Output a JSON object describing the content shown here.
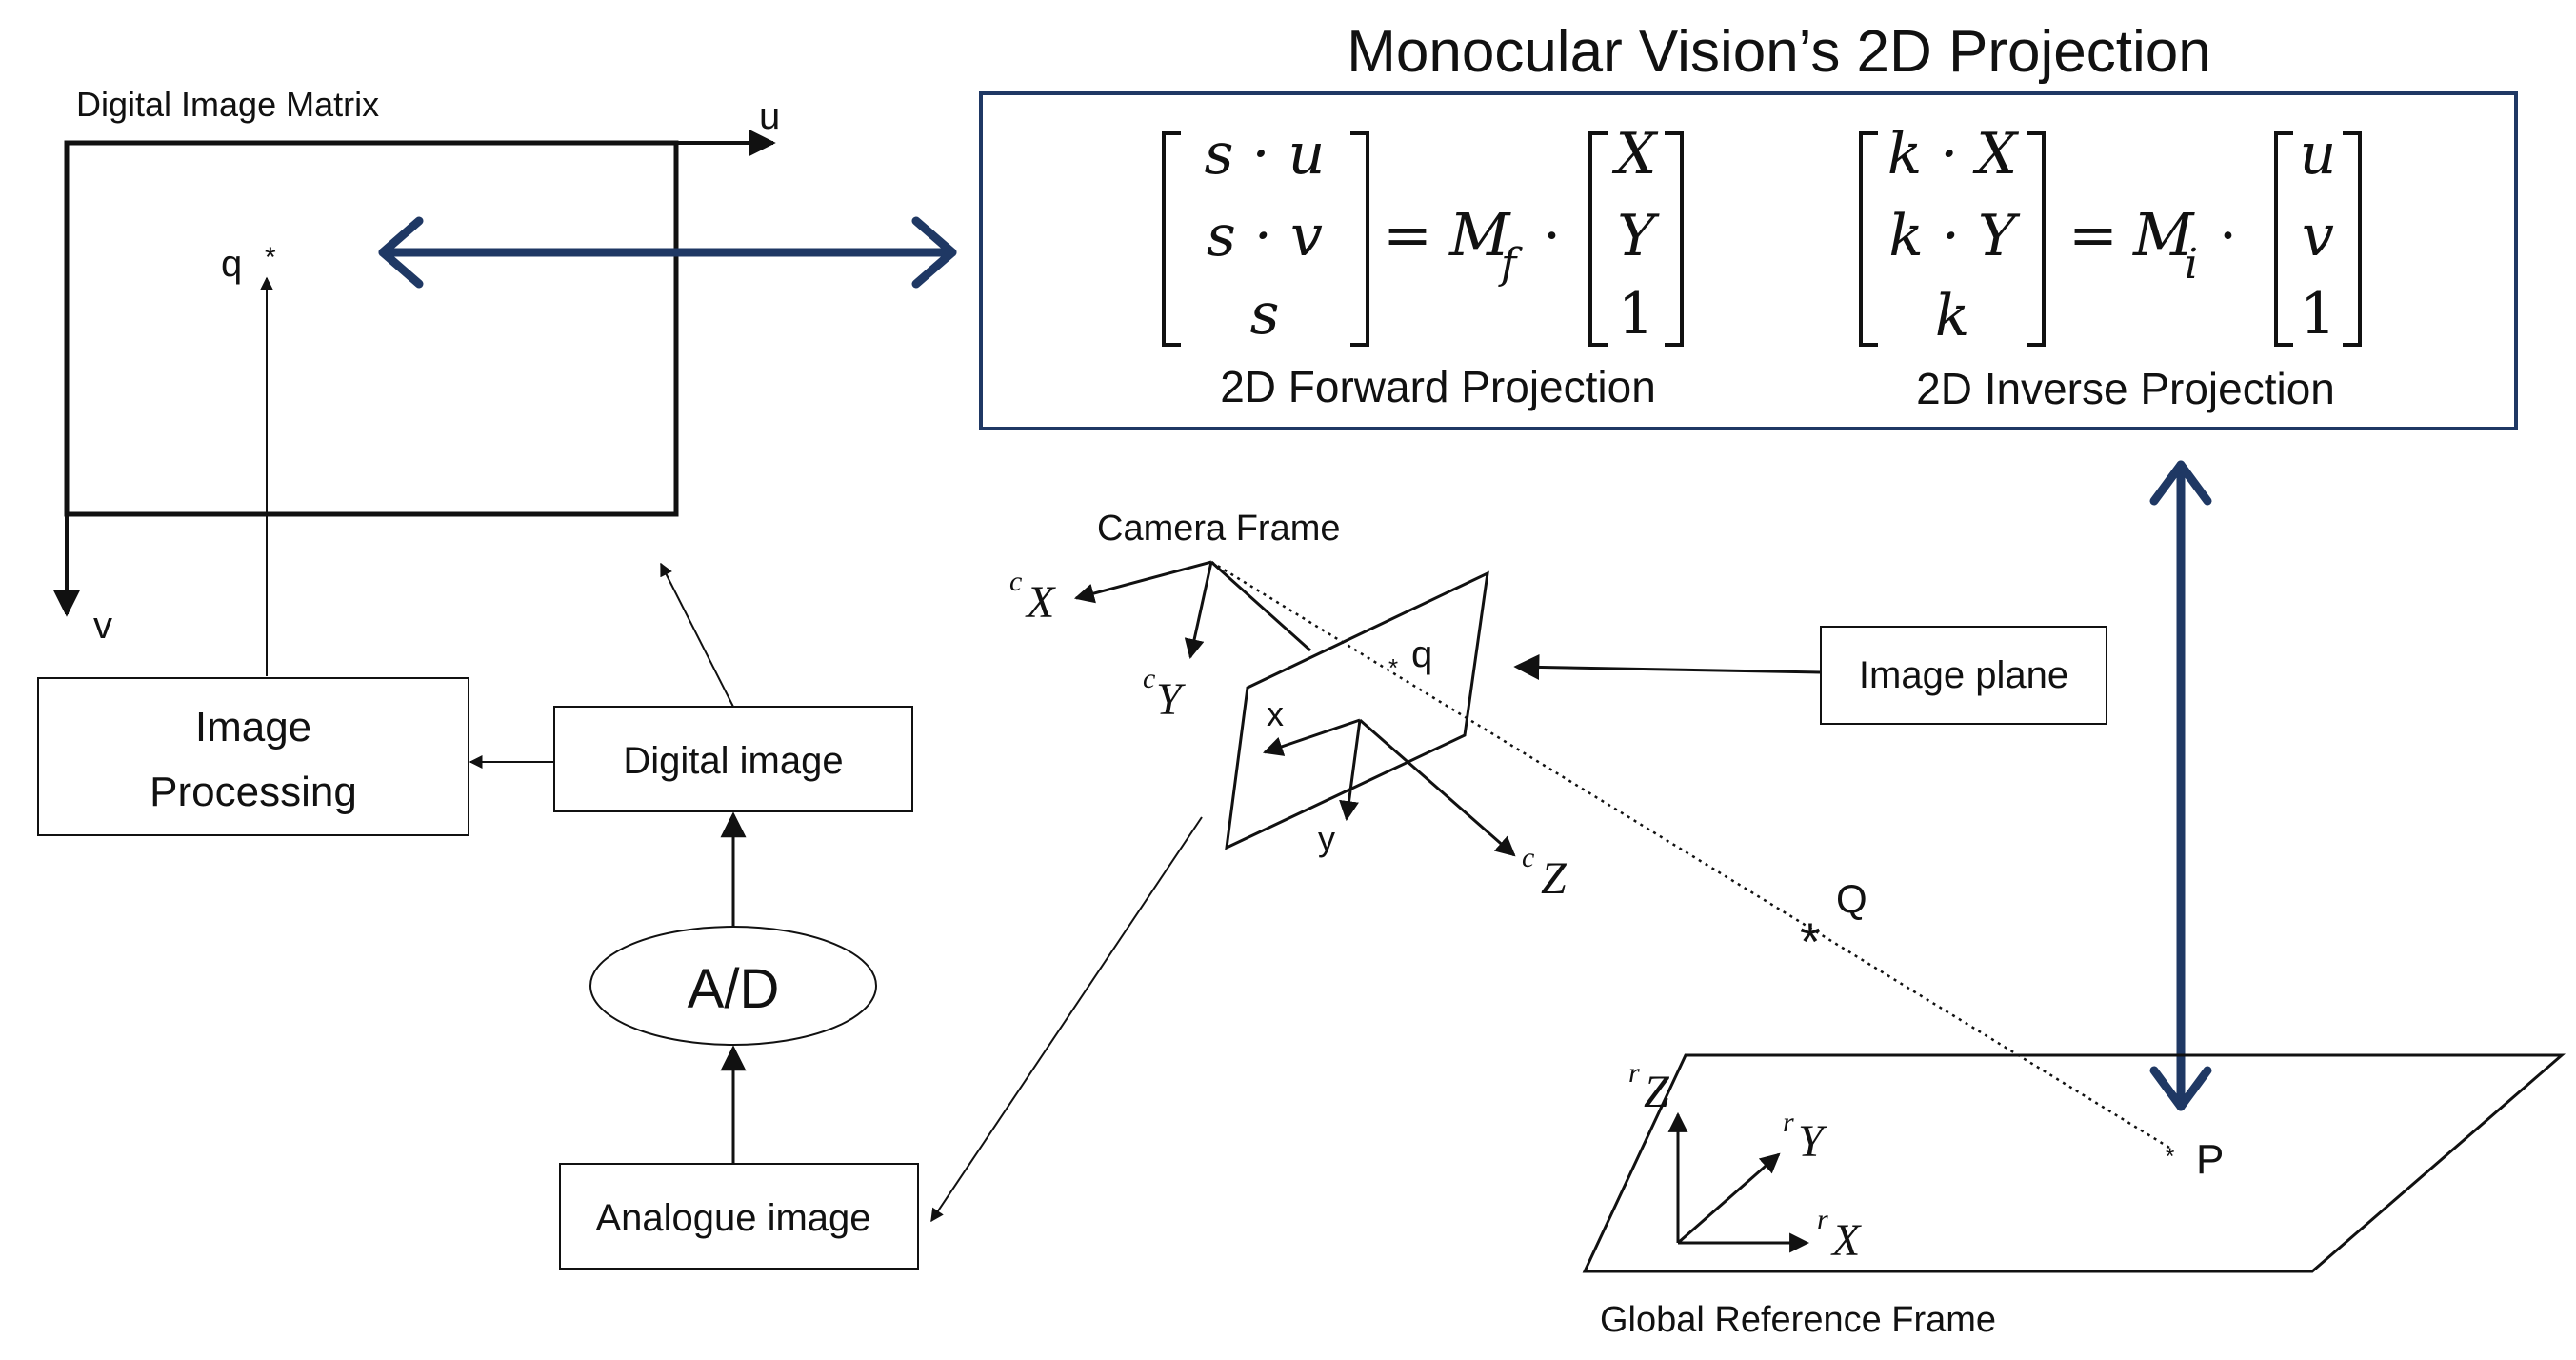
{
  "title": "Monocular Vision’s 2D Projection",
  "image_matrix": {
    "label": "Digital Image Matrix",
    "u_axis": "u",
    "v_axis": "v",
    "point_q": "q",
    "star": "*"
  },
  "formula_box": {
    "forward": {
      "lhs": [
        "s · u",
        "s · v",
        "s"
      ],
      "equals": "=",
      "matrix": "M",
      "matrix_sub": "f",
      "dot": "·",
      "rhs": [
        "X",
        "Y",
        "1"
      ],
      "caption": "2D Forward Projection"
    },
    "inverse": {
      "lhs": [
        "k · X",
        "k · Y",
        "k"
      ],
      "equals": "=",
      "matrix": "M",
      "matrix_sub": "i",
      "dot": "·",
      "rhs": [
        "u",
        "v",
        "1"
      ],
      "caption": "2D Inverse Projection"
    }
  },
  "pipeline": {
    "image_processing": [
      "Image",
      "Processing"
    ],
    "digital_image": "Digital image",
    "ad": "A/D",
    "analogue_image": "Analogue image"
  },
  "camera": {
    "frame_label": "Camera Frame",
    "cx_sup": "c",
    "cx": "X",
    "cy_sup": "c",
    "cy": "Y",
    "cz_sup": "c",
    "cz": "Z",
    "x_label": "x",
    "y_label": "y",
    "q_label": "q",
    "image_plane_label": "Image plane"
  },
  "world": {
    "Q_label": "Q",
    "P_label": "P",
    "rz_sup": "r",
    "rz": "Z",
    "ry_sup": "r",
    "ry": "Y",
    "rx_sup": "r",
    "rx": "X",
    "frame_label": "Global Reference Frame"
  },
  "colors": {
    "accent": "#1f3864",
    "line": "#111111"
  }
}
